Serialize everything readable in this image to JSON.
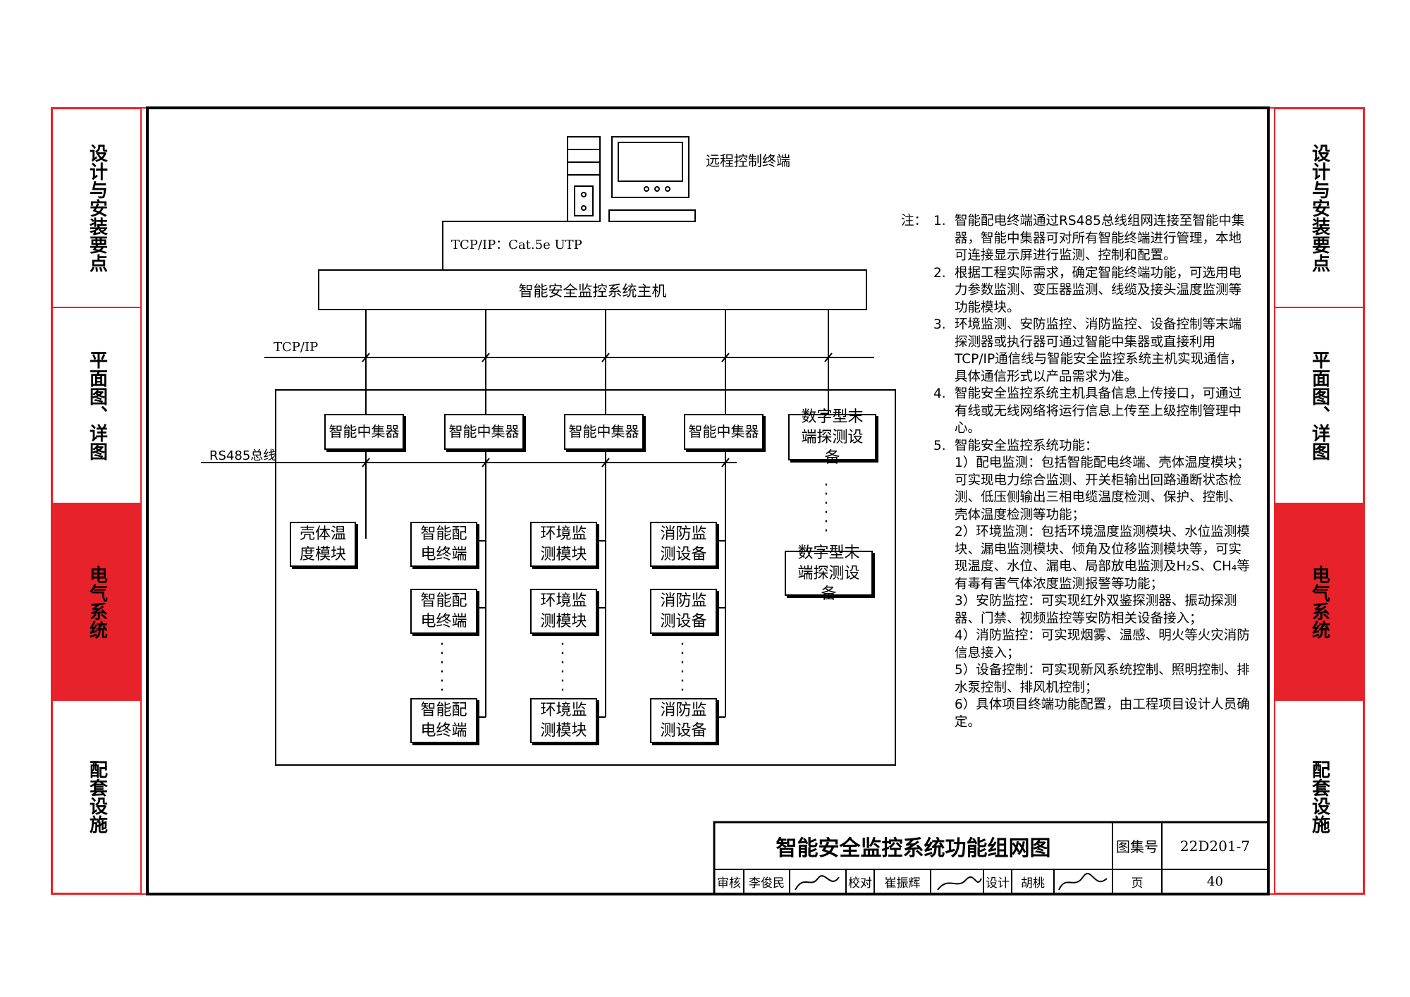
{
  "side_tabs": [
    "设计与安装要点",
    "平面图、详图",
    "电气系统",
    "配套设施"
  ],
  "active_tab": 2,
  "colors": {
    "accent": "#e8222a",
    "line": "#000000"
  },
  "diagram": {
    "remote_terminal": "远程控制终端",
    "link_top": "TCP/IP：Cat.5e UTP",
    "host": "智能安全监控系统主机",
    "bus_tcpip": "TCP/IP",
    "bus_rs485": "RS485总线",
    "concentrator": "智能中集器",
    "digital_terminal": "数字型末端探测设备",
    "shell_temp": "壳体温度模块",
    "smart_terminal": "智能配电终端",
    "env_module": "环境监测模块",
    "fire_device": "消防监测设备"
  },
  "notes": {
    "label": "注：",
    "items": [
      {
        "num": "1.",
        "text": "智能配电终端通过RS485总线组网连接至智能中集器，智能中集器可对所有智能终端进行管理，本地可连接显示屏进行监测、控制和配置。"
      },
      {
        "num": "2.",
        "text": "根据工程实际需求，确定智能终端功能，可选用电力参数监测、变压器监测、线缆及接头温度监测等功能模块。"
      },
      {
        "num": "3.",
        "text": "环境监测、安防监控、消防监控、设备控制等末端探测器或执行器可通过智能中集器或直接利用TCP/IP通信线与智能安全监控系统主机实现通信，具体通信形式以产品需求为准。"
      },
      {
        "num": "4.",
        "text": "智能安全监控系统主机具备信息上传接口，可通过有线或无线网络将运行信息上传至上级控制管理中心。"
      },
      {
        "num": "5.",
        "text": "智能安全监控系统功能："
      }
    ],
    "sub_items": [
      "1）配电监测：包括智能配电终端、壳体温度模块；可实现电力综合监测、开关柜输出回路通断状态检测、低压侧输出三相电缆温度检测、保护、控制、壳体温度检测等功能；",
      "2）环境监测：包括环境温度监测模块、水位监测模块、漏电监测模块、倾角及位移监测模块等，可实现温度、水位、漏电、局部放电监测及H₂S、CH₄等有毒有害气体浓度监测报警等功能；",
      "3）安防监控：可实现红外双鉴探测器、振动探测器、门禁、视频监控等安防相关设备接入；",
      "4）消防监控：可实现烟雾、温感、明火等火灾消防信息接入；",
      "5）设备控制：可实现新风系统控制、照明控制、排水泵控制、排风机控制；",
      "6）具体项目终端功能配置，由工程项目设计人员确定。"
    ]
  },
  "title_block": {
    "title": "智能安全监控系统功能组网图",
    "atlas_label": "图集号",
    "atlas_no": "22D201-7",
    "review_label": "审核",
    "reviewer": "李俊民",
    "check_label": "校对",
    "checker": "崔振辉",
    "design_label": "设计",
    "designer": "胡桃",
    "page_label": "页",
    "page_no": "40"
  }
}
